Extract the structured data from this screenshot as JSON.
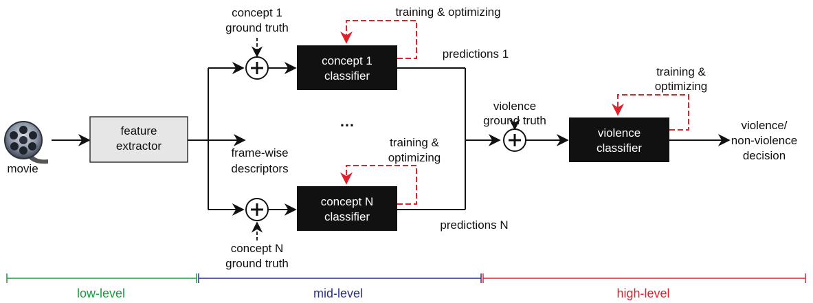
{
  "movie_label": "movie",
  "feature_extractor": {
    "line1": "feature",
    "line2": "extractor"
  },
  "frame_descriptors": {
    "line1": "frame-wise",
    "line2": "descriptors"
  },
  "concept1": {
    "gt_line1": "concept 1",
    "gt_line2": "ground truth",
    "clf_line1": "concept 1",
    "clf_line2": "classifier",
    "training_label": "training & optimizing",
    "predictions": "predictions 1"
  },
  "conceptN": {
    "gt_line1": "concept N",
    "gt_line2": "ground truth",
    "clf_line1": "concept N",
    "clf_line2": "classifier",
    "training_line1": "training &",
    "training_line2": "optimizing",
    "predictions": "predictions N"
  },
  "ellipsis": "…",
  "violence": {
    "gt_line1": "violence",
    "gt_line2": "ground truth",
    "clf_line1": "violence",
    "clf_line2": "classifier",
    "training_line1": "training &",
    "training_line2": "optimizing",
    "decision_line1": "violence/",
    "decision_line2": "non-violence",
    "decision_line3": "decision"
  },
  "levels": {
    "low": "low-level",
    "mid": "mid-level",
    "high": "high-level"
  },
  "colors": {
    "low": "#1a9e3c",
    "mid": "#2b2e8a",
    "high": "#e0202a",
    "feedback": "#e0202a",
    "box_fill": "#111111",
    "extractor_fill": "#e6e6e6"
  },
  "icons": {
    "movie": "film-reel-icon",
    "sum": "plus-circle-icon"
  }
}
